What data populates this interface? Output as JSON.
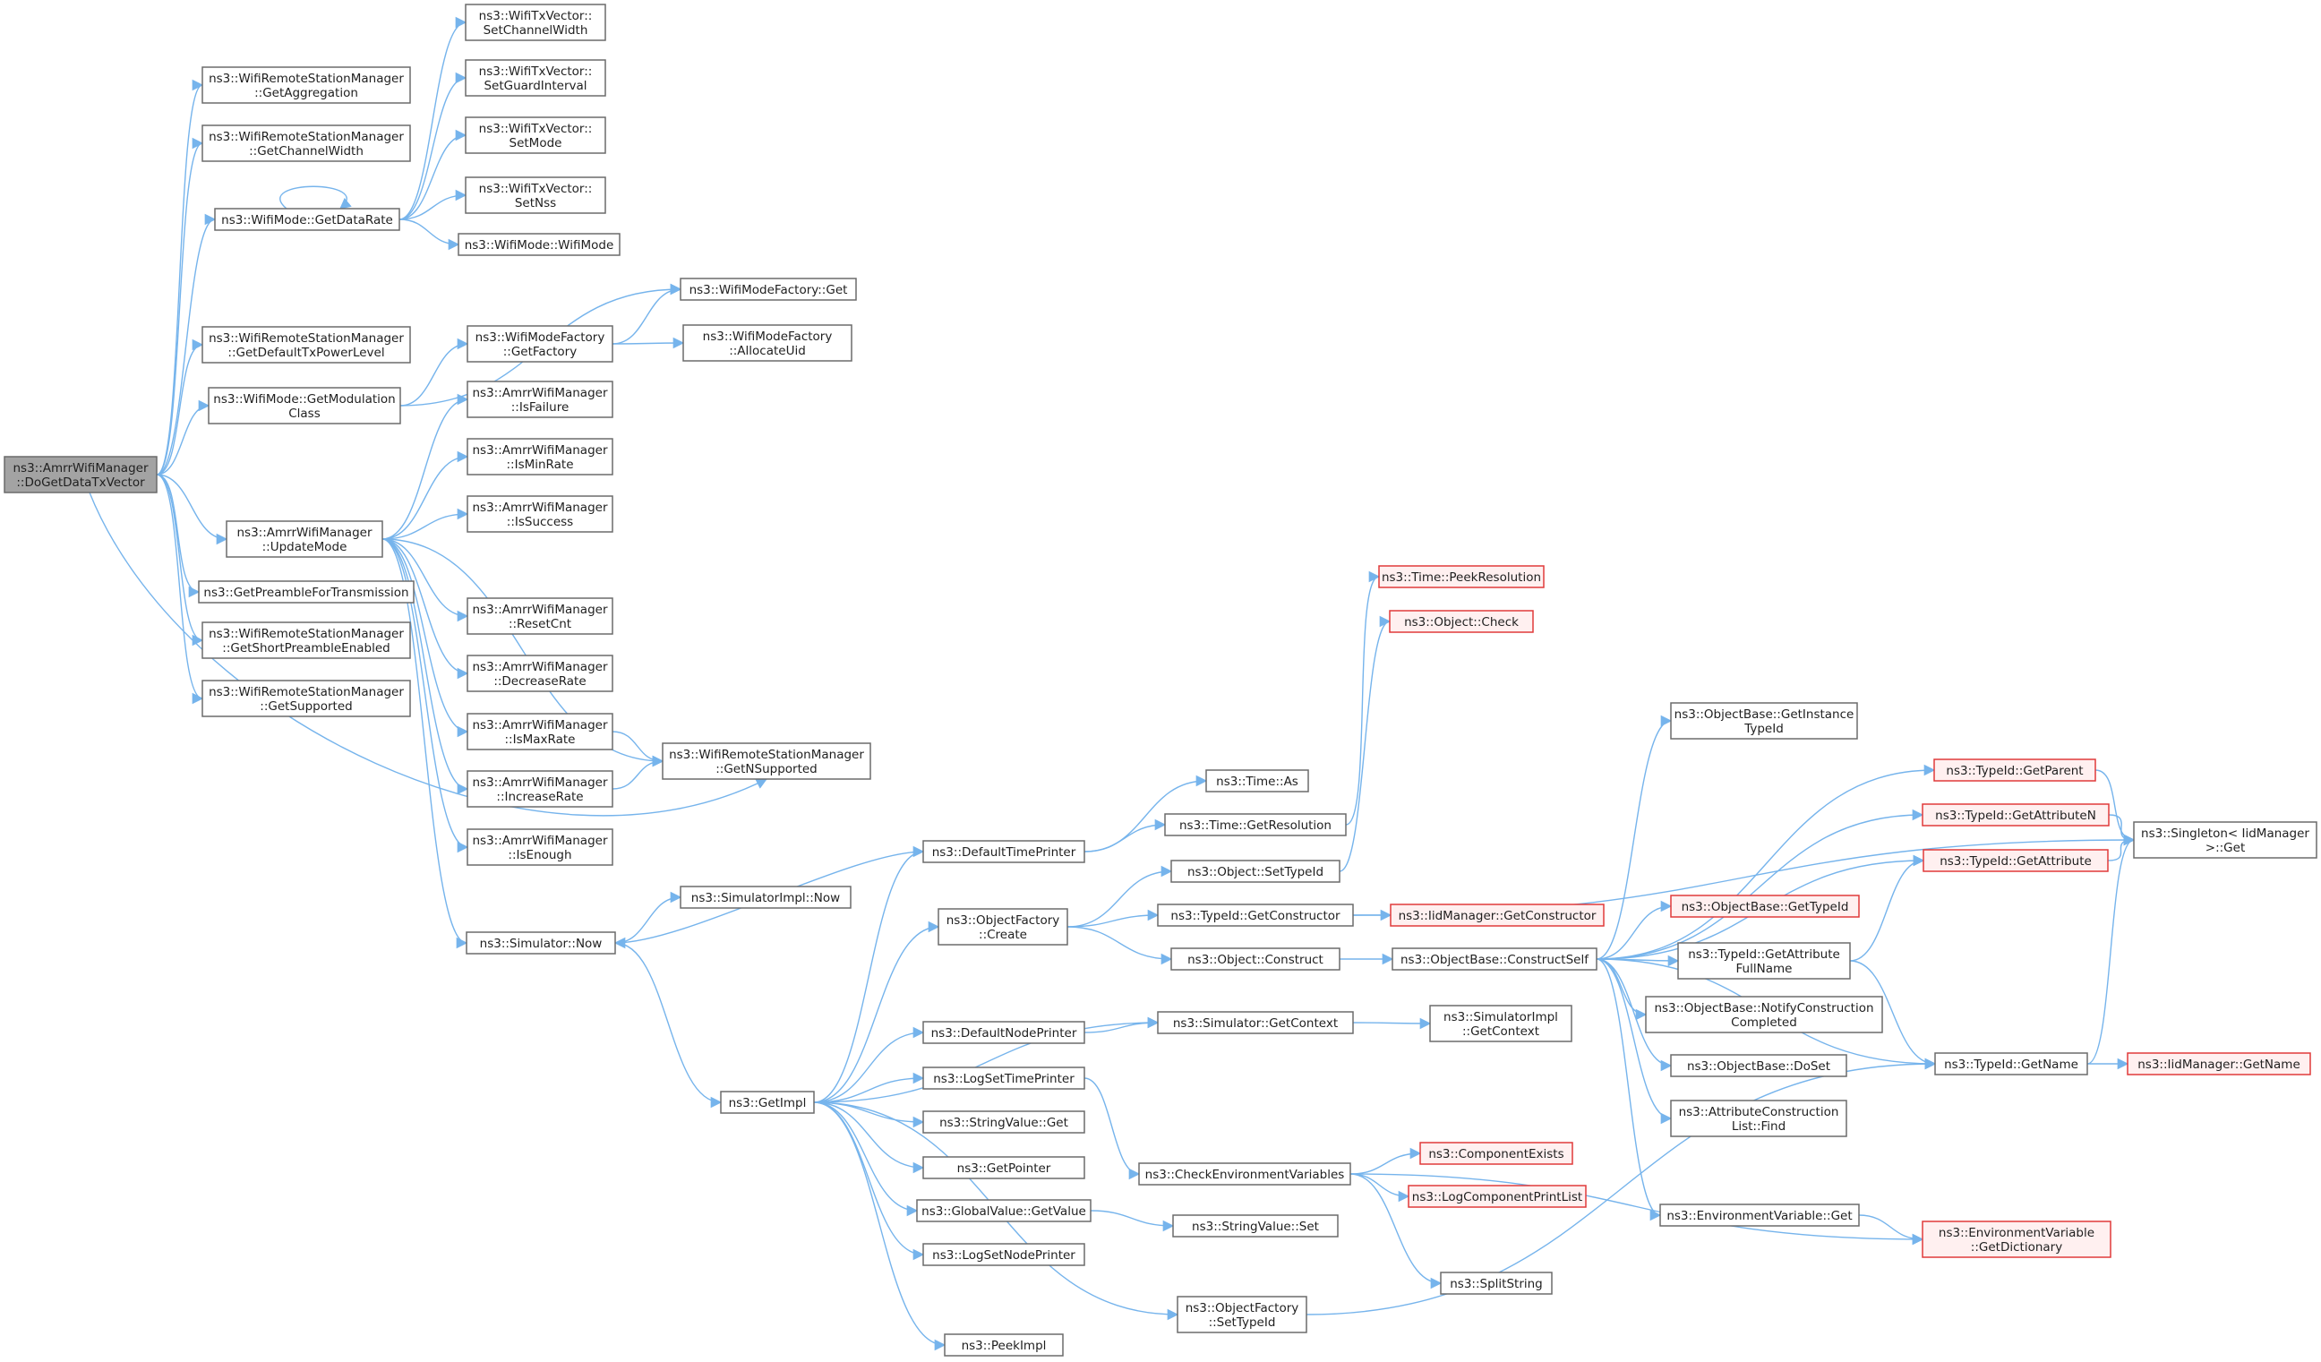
{
  "graph": {
    "nodes": [
      {
        "id": "n0",
        "lines": [
          "ns3::AmrrWifiManager",
          "::DoGetDataTxVector"
        ],
        "style": "root"
      },
      {
        "id": "n1",
        "lines": [
          "ns3::WifiRemoteStationManager",
          "::GetAggregation"
        ]
      },
      {
        "id": "n2",
        "lines": [
          "ns3::WifiRemoteStationManager",
          "::GetChannelWidth"
        ]
      },
      {
        "id": "n3",
        "lines": [
          "ns3::WifiMode::GetDataRate"
        ]
      },
      {
        "id": "n4",
        "lines": [
          "ns3::WifiRemoteStationManager",
          "::GetDefaultTxPowerLevel"
        ]
      },
      {
        "id": "n5",
        "lines": [
          "ns3::WifiMode::GetModulation",
          "Class"
        ]
      },
      {
        "id": "n6",
        "lines": [
          "ns3::AmrrWifiManager",
          "::UpdateMode"
        ]
      },
      {
        "id": "n7",
        "lines": [
          "ns3::GetPreambleForTransmission"
        ]
      },
      {
        "id": "n8",
        "lines": [
          "ns3::WifiRemoteStationManager",
          "::GetShortPreambleEnabled"
        ]
      },
      {
        "id": "n9",
        "lines": [
          "ns3::WifiRemoteStationManager",
          "::GetSupported"
        ]
      },
      {
        "id": "n10",
        "lines": [
          "ns3::WifiTxVector::",
          "SetChannelWidth"
        ]
      },
      {
        "id": "n11",
        "lines": [
          "ns3::WifiTxVector::",
          "SetGuardInterval"
        ]
      },
      {
        "id": "n12",
        "lines": [
          "ns3::WifiTxVector::",
          "SetMode"
        ]
      },
      {
        "id": "n13",
        "lines": [
          "ns3::WifiTxVector::",
          "SetNss"
        ]
      },
      {
        "id": "n14",
        "lines": [
          "ns3::WifiMode::WifiMode"
        ]
      },
      {
        "id": "n15",
        "lines": [
          "ns3::WifiModeFactory::Get"
        ]
      },
      {
        "id": "n16",
        "lines": [
          "ns3::WifiModeFactory",
          "::GetFactory"
        ]
      },
      {
        "id": "n17",
        "lines": [
          "ns3::WifiModeFactory",
          "::AllocateUid"
        ]
      },
      {
        "id": "n18",
        "lines": [
          "ns3::AmrrWifiManager",
          "::IsFailure"
        ]
      },
      {
        "id": "n19",
        "lines": [
          "ns3::AmrrWifiManager",
          "::IsMinRate"
        ]
      },
      {
        "id": "n20",
        "lines": [
          "ns3::AmrrWifiManager",
          "::IsSuccess"
        ]
      },
      {
        "id": "n21",
        "lines": [
          "ns3::AmrrWifiManager",
          "::ResetCnt"
        ]
      },
      {
        "id": "n22",
        "lines": [
          "ns3::AmrrWifiManager",
          "::DecreaseRate"
        ]
      },
      {
        "id": "n23",
        "lines": [
          "ns3::AmrrWifiManager",
          "::IsMaxRate"
        ]
      },
      {
        "id": "n24",
        "lines": [
          "ns3::AmrrWifiManager",
          "::IncreaseRate"
        ]
      },
      {
        "id": "n25",
        "lines": [
          "ns3::AmrrWifiManager",
          "::IsEnough"
        ]
      },
      {
        "id": "n26",
        "lines": [
          "ns3::WifiRemoteStationManager",
          "::GetNSupported"
        ]
      },
      {
        "id": "n27",
        "lines": [
          "ns3::Simulator::Now"
        ]
      },
      {
        "id": "n28",
        "lines": [
          "ns3::SimulatorImpl::Now"
        ]
      },
      {
        "id": "n29",
        "lines": [
          "ns3::GetImpl"
        ]
      },
      {
        "id": "n30",
        "lines": [
          "ns3::DefaultTimePrinter"
        ]
      },
      {
        "id": "n31",
        "lines": [
          "ns3::ObjectFactory",
          "::Create"
        ]
      },
      {
        "id": "n32",
        "lines": [
          "ns3::DefaultNodePrinter"
        ]
      },
      {
        "id": "n33",
        "lines": [
          "ns3::LogSetTimePrinter"
        ]
      },
      {
        "id": "n34",
        "lines": [
          "ns3::StringValue::Get"
        ]
      },
      {
        "id": "n35",
        "lines": [
          "ns3::GetPointer"
        ]
      },
      {
        "id": "n36",
        "lines": [
          "ns3::GlobalValue::GetValue"
        ]
      },
      {
        "id": "n37",
        "lines": [
          "ns3::LogSetNodePrinter"
        ]
      },
      {
        "id": "n38",
        "lines": [
          "ns3::ObjectFactory",
          "::SetTypeId"
        ]
      },
      {
        "id": "n39",
        "lines": [
          "ns3::PeekImpl"
        ]
      },
      {
        "id": "n40",
        "lines": [
          "ns3::Time::As"
        ]
      },
      {
        "id": "n41",
        "lines": [
          "ns3::Time::GetResolution"
        ]
      },
      {
        "id": "n42",
        "lines": [
          "ns3::Time::PeekResolution"
        ],
        "style": "red"
      },
      {
        "id": "n43",
        "lines": [
          "ns3::Object::Check"
        ],
        "style": "red"
      },
      {
        "id": "n44",
        "lines": [
          "ns3::Object::SetTypeId"
        ]
      },
      {
        "id": "n45",
        "lines": [
          "ns3::TypeId::GetConstructor"
        ]
      },
      {
        "id": "n46",
        "lines": [
          "ns3::IidManager::GetConstructor"
        ],
        "style": "red"
      },
      {
        "id": "n47",
        "lines": [
          "ns3::Object::Construct"
        ]
      },
      {
        "id": "n48",
        "lines": [
          "ns3::ObjectBase::ConstructSelf"
        ]
      },
      {
        "id": "n49",
        "lines": [
          "ns3::Simulator::GetContext"
        ]
      },
      {
        "id": "n50",
        "lines": [
          "ns3::SimulatorImpl",
          "::GetContext"
        ]
      },
      {
        "id": "n51",
        "lines": [
          "ns3::CheckEnvironmentVariables"
        ]
      },
      {
        "id": "n52",
        "lines": [
          "ns3::ComponentExists"
        ],
        "style": "red"
      },
      {
        "id": "n53",
        "lines": [
          "ns3::LogComponentPrintList"
        ],
        "style": "red"
      },
      {
        "id": "n54",
        "lines": [
          "ns3::SplitString"
        ]
      },
      {
        "id": "n55",
        "lines": [
          "ns3::StringValue::Set"
        ]
      },
      {
        "id": "n56",
        "lines": [
          "ns3::ObjectBase::GetInstance",
          "TypeId"
        ]
      },
      {
        "id": "n57",
        "lines": [
          "ns3::TypeId::GetParent"
        ],
        "style": "red"
      },
      {
        "id": "n58",
        "lines": [
          "ns3::TypeId::GetAttributeN"
        ],
        "style": "red"
      },
      {
        "id": "n59",
        "lines": [
          "ns3::TypeId::GetAttribute"
        ],
        "style": "red"
      },
      {
        "id": "n60",
        "lines": [
          "ns3::ObjectBase::GetTypeId"
        ],
        "style": "red"
      },
      {
        "id": "n61",
        "lines": [
          "ns3::TypeId::GetAttribute",
          "FullName"
        ]
      },
      {
        "id": "n62",
        "lines": [
          "ns3::ObjectBase::NotifyConstruction",
          "Completed"
        ]
      },
      {
        "id": "n63",
        "lines": [
          "ns3::ObjectBase::DoSet"
        ]
      },
      {
        "id": "n64",
        "lines": [
          "ns3::AttributeConstruction",
          "List::Find"
        ]
      },
      {
        "id": "n65",
        "lines": [
          "ns3::EnvironmentVariable::Get"
        ]
      },
      {
        "id": "n66",
        "lines": [
          "ns3::Singleton< IidManager",
          " >::Get"
        ]
      },
      {
        "id": "n67",
        "lines": [
          "ns3::TypeId::GetName"
        ]
      },
      {
        "id": "n68",
        "lines": [
          "ns3::IidManager::GetName"
        ],
        "style": "red"
      },
      {
        "id": "n69",
        "lines": [
          "ns3::EnvironmentVariable",
          "::GetDictionary"
        ],
        "style": "red"
      }
    ]
  }
}
